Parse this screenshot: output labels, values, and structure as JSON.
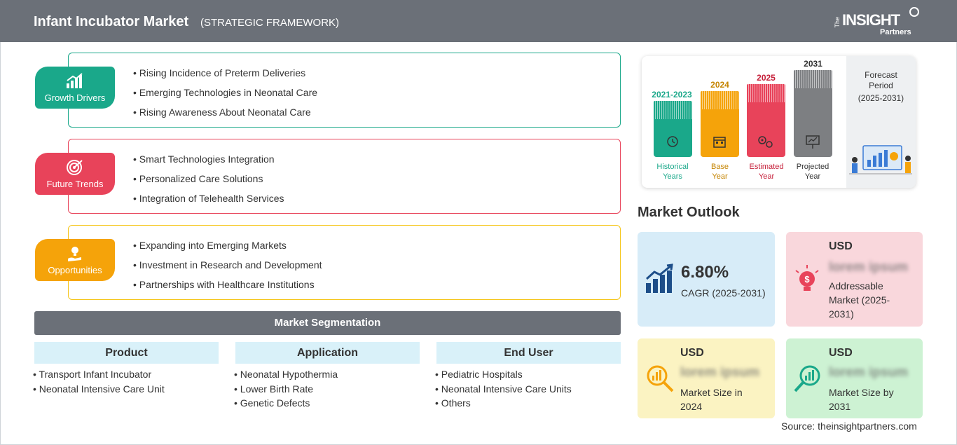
{
  "header": {
    "title": "Infant Incubator Market",
    "subtitle": "(STRATEGIC FRAMEWORK)",
    "logo": {
      "the": "The",
      "insight": "INSIGHT",
      "partners": "Partners"
    }
  },
  "framework": [
    {
      "label": "Growth Drivers",
      "color": "#1aa88a",
      "icon": "growth-chart-icon",
      "items": [
        "Rising Incidence of Preterm Deliveries",
        "Emerging Technologies in Neonatal Care",
        "Rising Awareness About Neonatal Care"
      ]
    },
    {
      "label": "Future Trends",
      "color": "#e8435a",
      "icon": "target-icon",
      "items": [
        "Smart Technologies Integration",
        "Personalized Care Solutions",
        "Integration of Telehealth Services"
      ]
    },
    {
      "label": "Opportunities",
      "color": "#f5a30a",
      "icon": "idea-hand-icon",
      "items": [
        "Expanding into Emerging Markets",
        "Investment in Research and Development",
        "Partnerships with Healthcare Institutions"
      ]
    }
  ],
  "segmentation": {
    "title": "Market Segmentation",
    "columns": [
      {
        "header": "Product",
        "items": [
          "Transport Infant Incubator",
          "Neonatal Intensive Care Unit"
        ]
      },
      {
        "header": "Application",
        "items": [
          "Neonatal Hypothermia",
          "Lower Birth Rate",
          "Genetic Defects"
        ]
      },
      {
        "header": "End User",
        "items": [
          "Pediatric Hospitals",
          "Neonatal Intensive Care Units",
          "Others"
        ]
      }
    ]
  },
  "timeline": {
    "periods": [
      {
        "year": "2021-2023",
        "label_line1": "Historical",
        "label_line2": "Years",
        "color": "#1aa88a",
        "icon": "history-icon"
      },
      {
        "year": "2024",
        "label_line1": "Base",
        "label_line2": "Year",
        "color": "#f5a30a",
        "icon": "calendar-icon"
      },
      {
        "year": "2025",
        "label_line1": "Estimated",
        "label_line2": "Year",
        "color": "#e8435a",
        "icon": "gears-icon"
      },
      {
        "year": "2031",
        "label_line1": "Projected",
        "label_line2": "Year",
        "color": "#7d7f82",
        "icon": "presentation-icon"
      }
    ],
    "forecast": {
      "title_line1": "Forecast",
      "title_line2": "Period",
      "period": "(2025-2031)"
    }
  },
  "outlook": {
    "title": "Market Outlook",
    "cagr": {
      "value": "6.80%",
      "label": "CAGR (2025-2031)",
      "bg": "#d7ecf8"
    },
    "addressable": {
      "currency": "USD",
      "value": "lorem ipsum",
      "label_line1": "Addressable",
      "label_line2": "Market (2025-",
      "label_line3": "2031)",
      "bg": "#f9d7dc"
    },
    "size_2024": {
      "currency": "USD",
      "value": "lorem ipsum",
      "label_line1": "Market Size in",
      "label_line2": "2024",
      "bg": "#fbf3c2"
    },
    "size_2031": {
      "currency": "USD",
      "value": "lorem ipsum",
      "label_line1": "Market Size by",
      "label_line2": "2031",
      "bg": "#cdf2d3"
    }
  },
  "source": "Source: theinsightpartners.com"
}
